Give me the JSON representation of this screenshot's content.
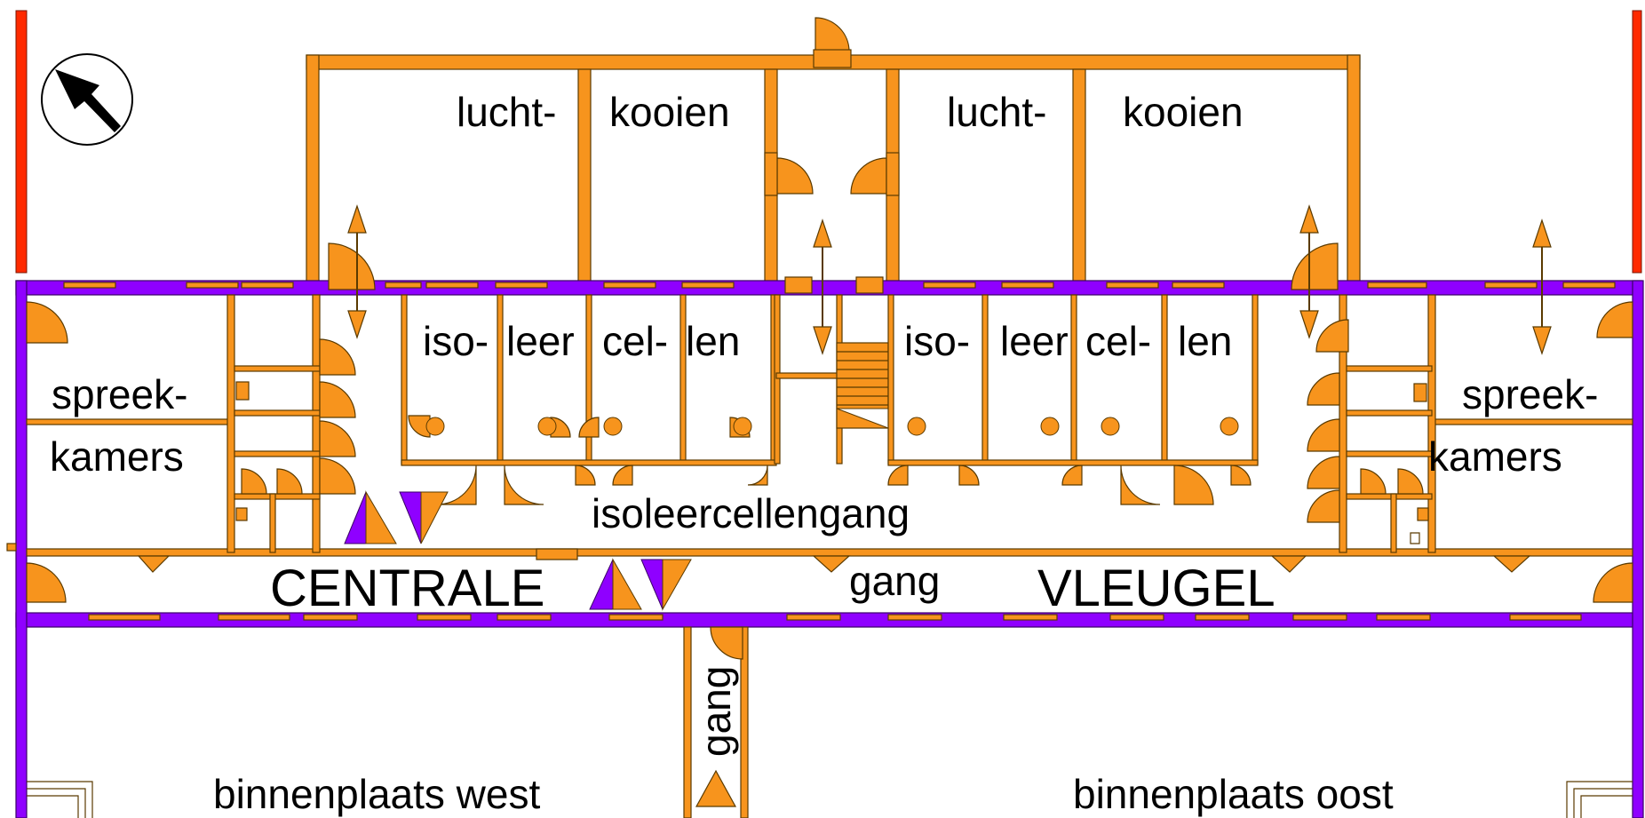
{
  "colors": {
    "wall_orange": "#f7941d",
    "wall_purple": "#8f00ff",
    "wall_red": "#ff2a00",
    "line_dark": "#5a3a00"
  },
  "compass": {
    "icon": "north-arrow-icon"
  },
  "labels": {
    "lucht_left": "lucht-",
    "kooien_left": "kooien",
    "lucht_right": "lucht-",
    "kooien_right": "kooien",
    "iso_left": "iso-",
    "leer_left": "leer",
    "cel_left": "cel-",
    "len_left": "len",
    "iso_right": "iso-",
    "leer_right": "leer",
    "cel_right": "cel-",
    "len_right": "len",
    "spreek_left": "spreek-",
    "kamers_left": "kamers",
    "spreek_right": "spreek-",
    "kamers_right": "kamers",
    "isoleercellengang": "isoleercellengang",
    "centrale": "CENTRALE",
    "gang_center": "gang",
    "vleugel": "VLEUGEL",
    "gang_vertical": "gang",
    "binnenplaats_west": "binnenplaats west",
    "binnenplaats_oost": "binnenplaats oost"
  }
}
